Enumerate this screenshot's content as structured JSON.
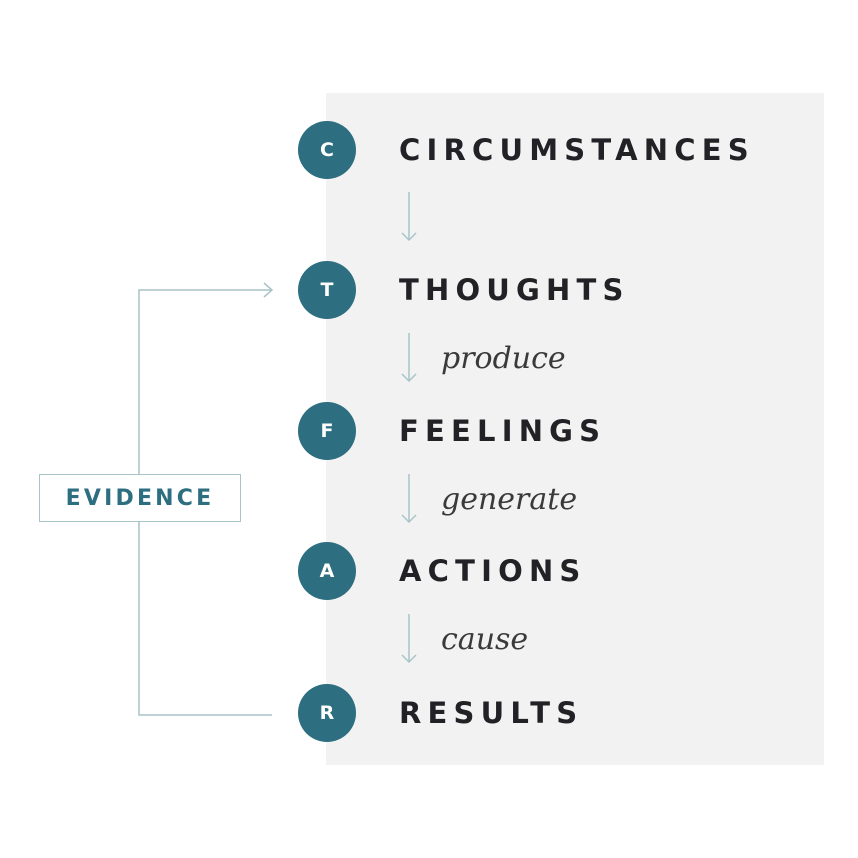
{
  "colors": {
    "accent": "#2d6e80",
    "panel": "#f2f2f2",
    "label": "#222226",
    "connector": "#a9c4c8"
  },
  "steps": [
    {
      "letter": "C",
      "label": "CIRCUMSTANCES"
    },
    {
      "letter": "T",
      "label": "THOUGHTS"
    },
    {
      "letter": "F",
      "label": "FEELINGS"
    },
    {
      "letter": "A",
      "label": "ACTIONS"
    },
    {
      "letter": "R",
      "label": "RESULTS"
    }
  ],
  "connectors": [
    {
      "verb": ""
    },
    {
      "verb": "produce"
    },
    {
      "verb": "generate"
    },
    {
      "verb": "cause"
    }
  ],
  "evidence": {
    "label": "EVIDENCE",
    "loop_from": "results",
    "loop_to": "thoughts"
  }
}
